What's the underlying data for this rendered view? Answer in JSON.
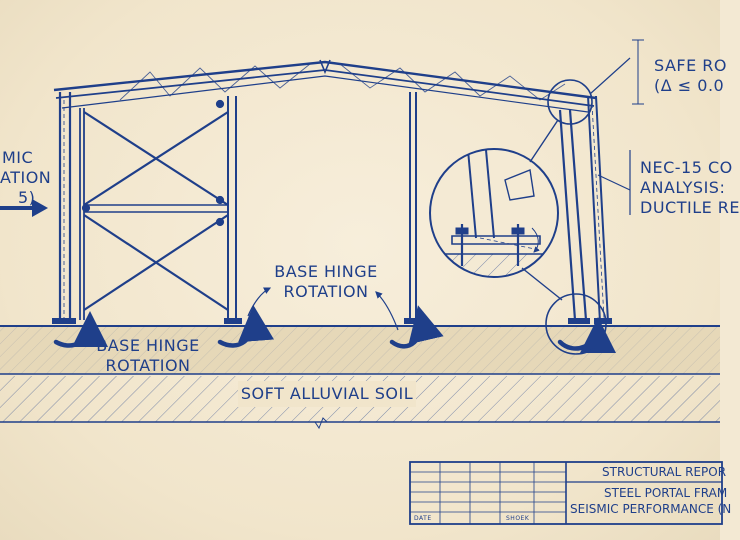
{
  "labels": {
    "safe_rotation_line1": "SAFE RO",
    "safe_rotation_line2": "(Δ ≤ 0.0",
    "nec_line1": "NEC-15 CO",
    "nec_line2": "ANALYSIS:",
    "nec_line3": "DUCTILE RE",
    "seismic_line1": "MIC",
    "seismic_line2": "ATION",
    "seismic_line3": "5)",
    "base_hinge_center_line1": "BASE HINGE",
    "base_hinge_center_line2": "ROTATION",
    "base_hinge_left_line1": "BASE HINGE",
    "base_hinge_left_line2": "ROTATION",
    "soil": "SOFT ALLUVIAL SOIL"
  },
  "title_block": {
    "line1": "STRUCTURAL REPOR",
    "line2": "STEEL PORTAL FRAM",
    "line3": "SEISMIC PERFORMANCE (N",
    "date_label": "DATE",
    "shoek_label": "SHOEK"
  },
  "colors": {
    "ink": "#1f3f8a",
    "paper": "#f3e9d3",
    "ground": "#e6d8b8"
  }
}
